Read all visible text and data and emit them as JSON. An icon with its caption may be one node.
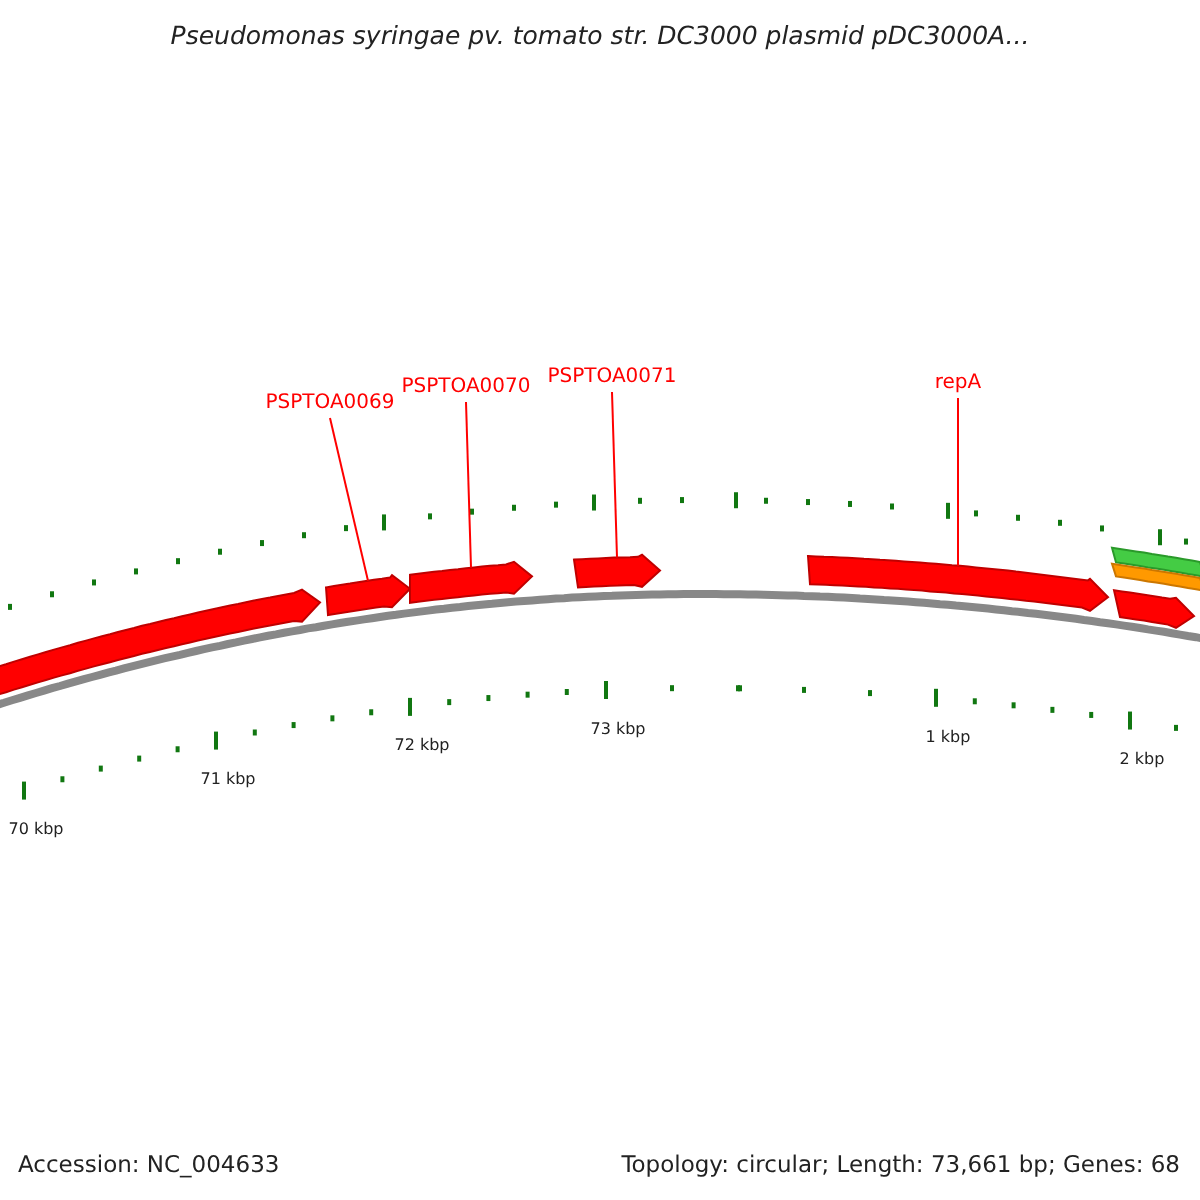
{
  "diagram": {
    "title": "Pseudomonas syringae pv. tomato str. DC3000 plasmid pDC3000A...",
    "nodes": [
      {
        "text": [
          "PSPTOA0069"
        ]
      },
      {
        "text": [
          "PSPTOA0070"
        ]
      },
      {
        "text": [
          "PSPTOA0071"
        ]
      },
      {
        "text": [
          "repA"
        ]
      },
      {
        "text": [],
        "shape": "arrow"
      },
      {
        "text": [],
        "shape": "arrow"
      },
      {
        "text": [],
        "shape": "arrow"
      },
      {
        "text": [],
        "shape": "arrow"
      },
      {
        "text": [],
        "shape": "arrow"
      },
      {
        "text": [],
        "shape": "bar"
      },
      {
        "text": [],
        "shape": "bar"
      },
      {
        "text": [],
        "shape": "arrow"
      }
    ],
    "edges": [
      {
        "from": 0,
        "to": 5,
        "arrow": "none"
      },
      {
        "from": 1,
        "to": 6,
        "arrow": "none"
      },
      {
        "from": 2,
        "to": 7,
        "arrow": "none"
      },
      {
        "from": 3,
        "to": 8,
        "arrow": "none"
      }
    ],
    "labels": [
      "70 kbp",
      "71 kbp",
      "72 kbp",
      "73 kbp",
      "1 kbp",
      "2 kbp",
      "Accession: NC_004633",
      "Topology: circular; Length: 73,661 bp; Genes: 68"
    ]
  }
}
